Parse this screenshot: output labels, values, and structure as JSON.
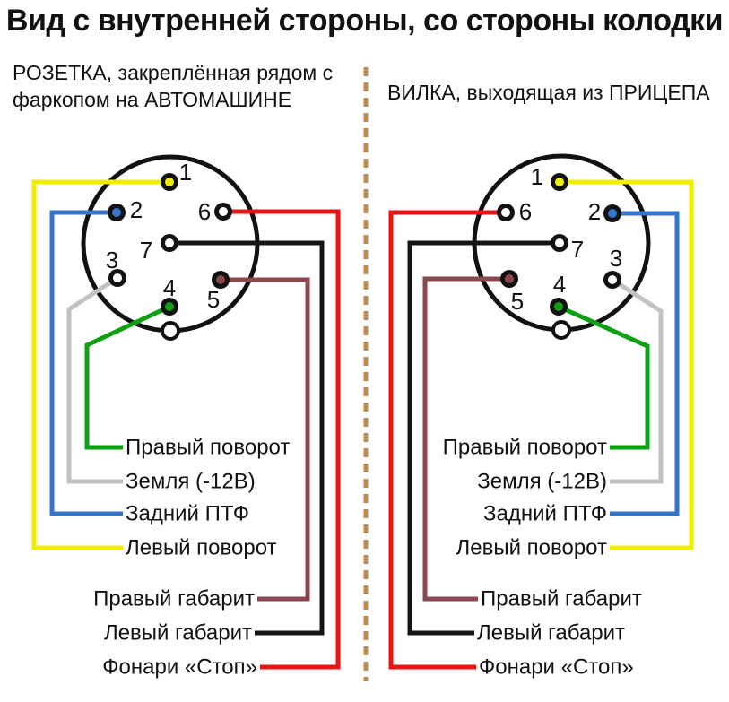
{
  "title": "Вид с внутренней стороны, со стороны колодки",
  "left_panel": {
    "subtitle_line1": "РОЗЕТКА, закреплённая рядом с",
    "subtitle_line2": "фаркопом на АВТОМАШИНЕ"
  },
  "right_panel": {
    "subtitle": "ВИЛКА, выходящая из ПРИЦЕПА"
  },
  "wires": [
    {
      "pin": "1",
      "color": "#f0ee00",
      "label": "Левый поворот"
    },
    {
      "pin": "2",
      "color": "#3575cc",
      "label": "Задний ПТФ"
    },
    {
      "pin": "3",
      "color": "#c2c2c2",
      "label": "Земля (-12В)"
    },
    {
      "pin": "4",
      "color": "#0da012",
      "label": "Правый поворот"
    },
    {
      "pin": "5",
      "color": "#8a474d",
      "label": "Правый габарит"
    },
    {
      "pin": "6",
      "color": "#e81414",
      "label": "Фонари «Стоп»"
    },
    {
      "pin": "7",
      "color": "#141414",
      "label": "Левый габарит"
    }
  ],
  "colors": {
    "outline": "#111111",
    "open_pin": "#ffffff",
    "divider": "#c08b52",
    "text": "#111111",
    "background": "#ffffff"
  }
}
